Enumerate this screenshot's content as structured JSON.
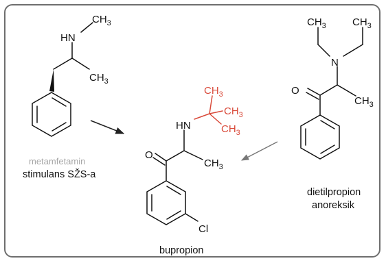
{
  "molecules": {
    "methamphetamine": {
      "atoms": {
        "nh": "HN",
        "methyl_n_c": "CH",
        "methyl_n_sub": "3",
        "methyl_c": "CH",
        "methyl_c_sub": "3"
      },
      "name": "metamfetamin",
      "description": "stimulans SŽS-a"
    },
    "bupropion": {
      "atoms": {
        "o": "O",
        "nh": "HN",
        "methyl_c": "CH",
        "methyl_c_sub": "3",
        "tbu_1": "CH",
        "tbu_1_sub": "3",
        "tbu_2": "CH",
        "tbu_2_sub": "3",
        "tbu_3": "CH",
        "tbu_3_sub": "3",
        "cl": "Cl"
      },
      "name": "bupropion"
    },
    "diethylpropion": {
      "atoms": {
        "n": "N",
        "o": "O",
        "ethyl_1": "CH",
        "ethyl_1_sub": "3",
        "ethyl_2": "CH",
        "ethyl_2_sub": "3",
        "methyl_c": "CH",
        "methyl_c_sub": "3"
      },
      "name": "dietilpropion",
      "description": "anoreksik"
    }
  },
  "colors": {
    "highlight": "#d94a3a",
    "frame": "#6e6e6e",
    "text": "#111111",
    "muted_label": "#a6a6a6"
  }
}
